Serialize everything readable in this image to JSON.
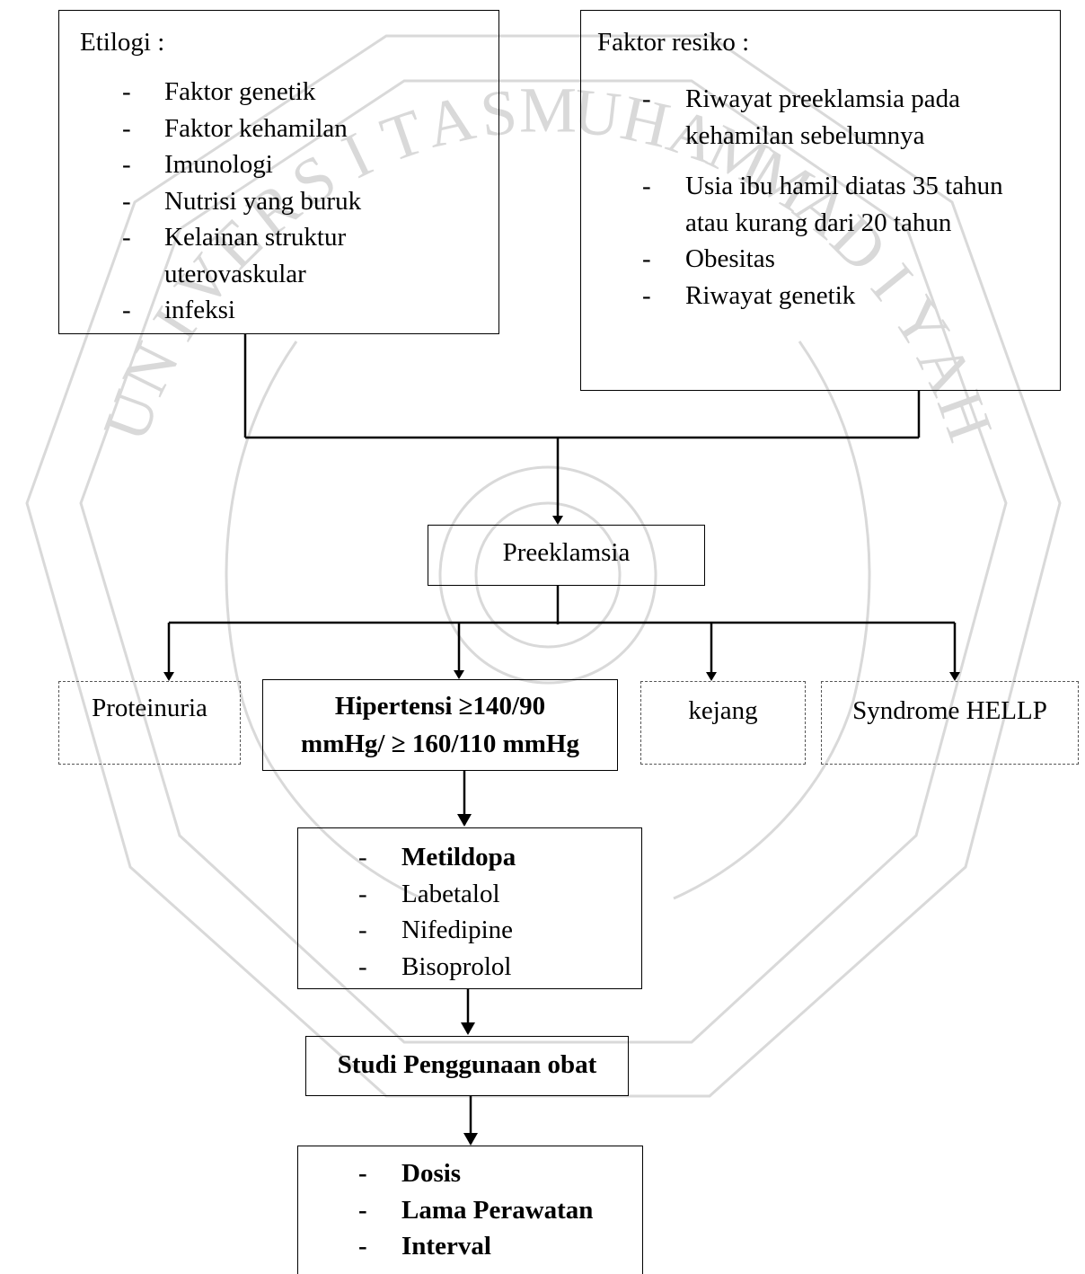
{
  "watermark": {
    "ring_text": [
      "U",
      "N",
      "I",
      "V",
      "E",
      "R",
      "S",
      "I",
      "T",
      "A",
      "S",
      "M",
      "U",
      "H",
      "A",
      "M",
      "M",
      "A",
      "D",
      "I",
      "Y",
      "A",
      "H"
    ],
    "color": "#d9d9d9"
  },
  "etiologi": {
    "title": "Etilogi :",
    "items": [
      "Faktor genetik",
      "Faktor kehamilan",
      "Imunologi",
      "Nutrisi yang buruk",
      "Kelainan struktur uterovaskular",
      "infeksi"
    ]
  },
  "faktor_resiko": {
    "title": "Faktor resiko :",
    "items": [
      "Riwayat preeklamsia pada kehamilan sebelumnya",
      "Usia ibu hamil diatas 35 tahun atau kurang dari 20 tahun",
      "Obesitas",
      "Riwayat genetik"
    ]
  },
  "preeklamsia": {
    "label": "Preeklamsia"
  },
  "proteinuria": {
    "label": "Proteinuria"
  },
  "hipertensi": {
    "line1": "Hipertensi  ≥140/90",
    "line2": "mmHg/ ≥ 160/110 mmHg"
  },
  "kejang": {
    "label": "kejang"
  },
  "hellp": {
    "label": "Syndrome HELLP"
  },
  "obat": {
    "items": [
      {
        "label": "Metildopa",
        "bold": true
      },
      {
        "label": "Labetalol",
        "bold": false
      },
      {
        "label": "Nifedipine",
        "bold": false
      },
      {
        "label": "Bisoprolol",
        "bold": false
      }
    ]
  },
  "studi": {
    "label": "Studi Penggunaan obat"
  },
  "hasil": {
    "items": [
      "Dosis",
      "Lama Perawatan",
      "Interval"
    ]
  },
  "bullet": "-"
}
